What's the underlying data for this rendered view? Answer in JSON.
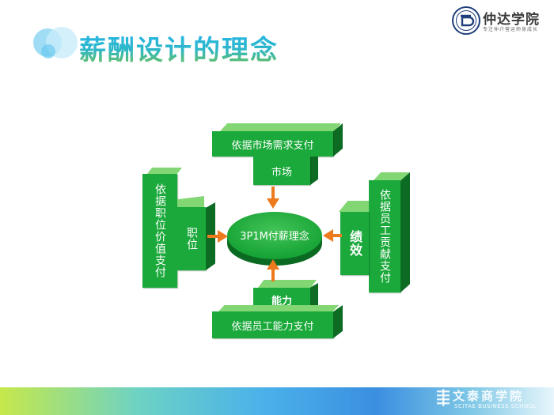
{
  "header": {
    "title": "薪酬设计的理念",
    "logo_name": "仲达学院",
    "logo_slogan": "专注仲介营运师身成长"
  },
  "diagram": {
    "center": "3P1M付薪理念",
    "top": {
      "outer": "依据市场需求支付",
      "inner": "市场"
    },
    "left": {
      "outer": "依据职位价值支付",
      "inner": "职位"
    },
    "right": {
      "outer": "依据员工贡献支付",
      "inner": "绩效"
    },
    "bottom": {
      "outer": "依据员工能力支付",
      "inner": "能力"
    },
    "colors": {
      "front": "#1aa93a",
      "top": "#82d673",
      "side": "#0d6b23",
      "arrow": "#ee7a1e"
    }
  },
  "footer": {
    "brand": "文泰商学院",
    "brand_en": "SCITAE BUSINESS SCHOOL"
  }
}
